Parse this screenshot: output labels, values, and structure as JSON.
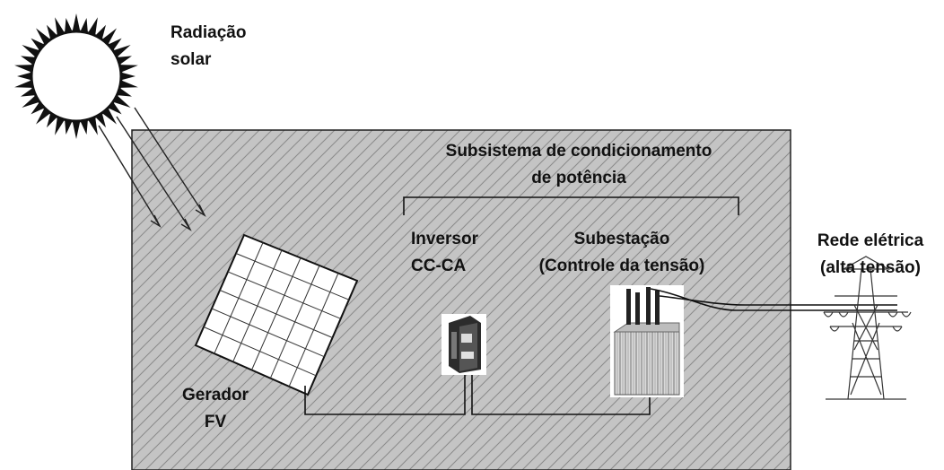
{
  "labels": {
    "sun": [
      "Radiação",
      "solar"
    ],
    "subsystem": [
      "Subsistema de condicionamento",
      "de potência"
    ],
    "inverter": [
      "Inversor",
      "CC-CA"
    ],
    "substation": [
      "Subestação",
      "(Controle da tensão)"
    ],
    "grid": [
      "Rede elétrica",
      "(alta tensão)"
    ],
    "generator": [
      "Gerador",
      "FV"
    ]
  },
  "colors": {
    "background": "#ffffff",
    "area_fill": "#bdbdbd",
    "hatch": "#8a8a8a",
    "line": "#111111",
    "panel_fill": "#ffffff"
  },
  "icons": {
    "sun": "sun-icon",
    "panel": "solar-panel-icon",
    "inverter": "inverter-icon",
    "substation": "substation-icon",
    "tower": "transmission-tower-icon"
  }
}
